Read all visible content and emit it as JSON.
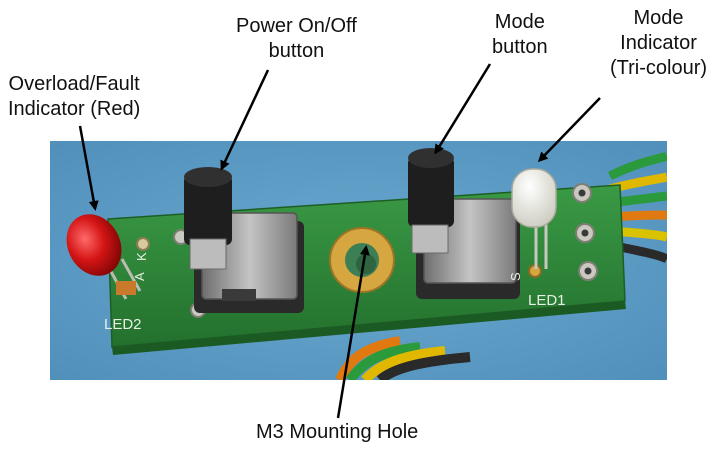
{
  "annotations": {
    "overload_fault": [
      "Overload/Fault",
      "Indicator (Red)"
    ],
    "power": [
      "Power On/Off",
      "button"
    ],
    "mode_button": [
      "Mode",
      "button"
    ],
    "mode_indicator": [
      "Mode",
      "Indicator",
      "(Tri-colour)"
    ],
    "mounting_hole": "M3 Mounting Hole"
  },
  "board_silkscreen": {
    "led2": "LED2",
    "led1": "LED1",
    "pin_a": "A",
    "pin_k": "K",
    "pin_s": "S"
  },
  "colors": {
    "background": "#5b9bc4",
    "pcb": "#2e8a3a",
    "silkscreen": "#e8efe4",
    "led_red": "#d41414",
    "button_cap": "#1e1e1e",
    "button_body": "#9a9a9a",
    "mounting_ring": "#d6a640"
  }
}
